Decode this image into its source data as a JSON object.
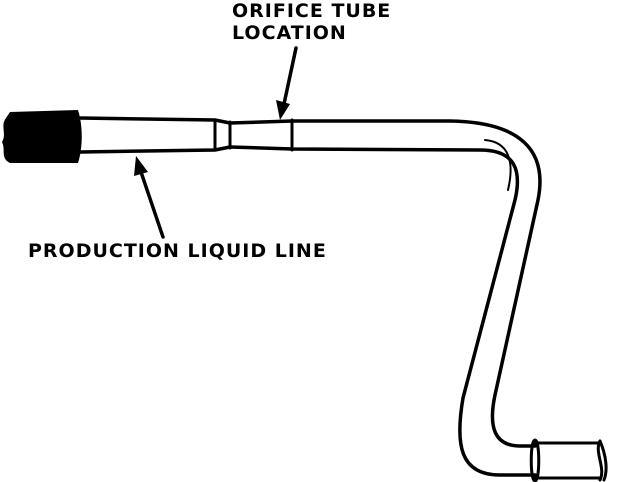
{
  "labels": {
    "orifice_line1": "ORIFICE TUBE",
    "orifice_line2": "LOCATION",
    "production": "PRODUCTION LIQUID LINE"
  },
  "colors": {
    "ink": "#000000",
    "paper": "#ffffff"
  }
}
